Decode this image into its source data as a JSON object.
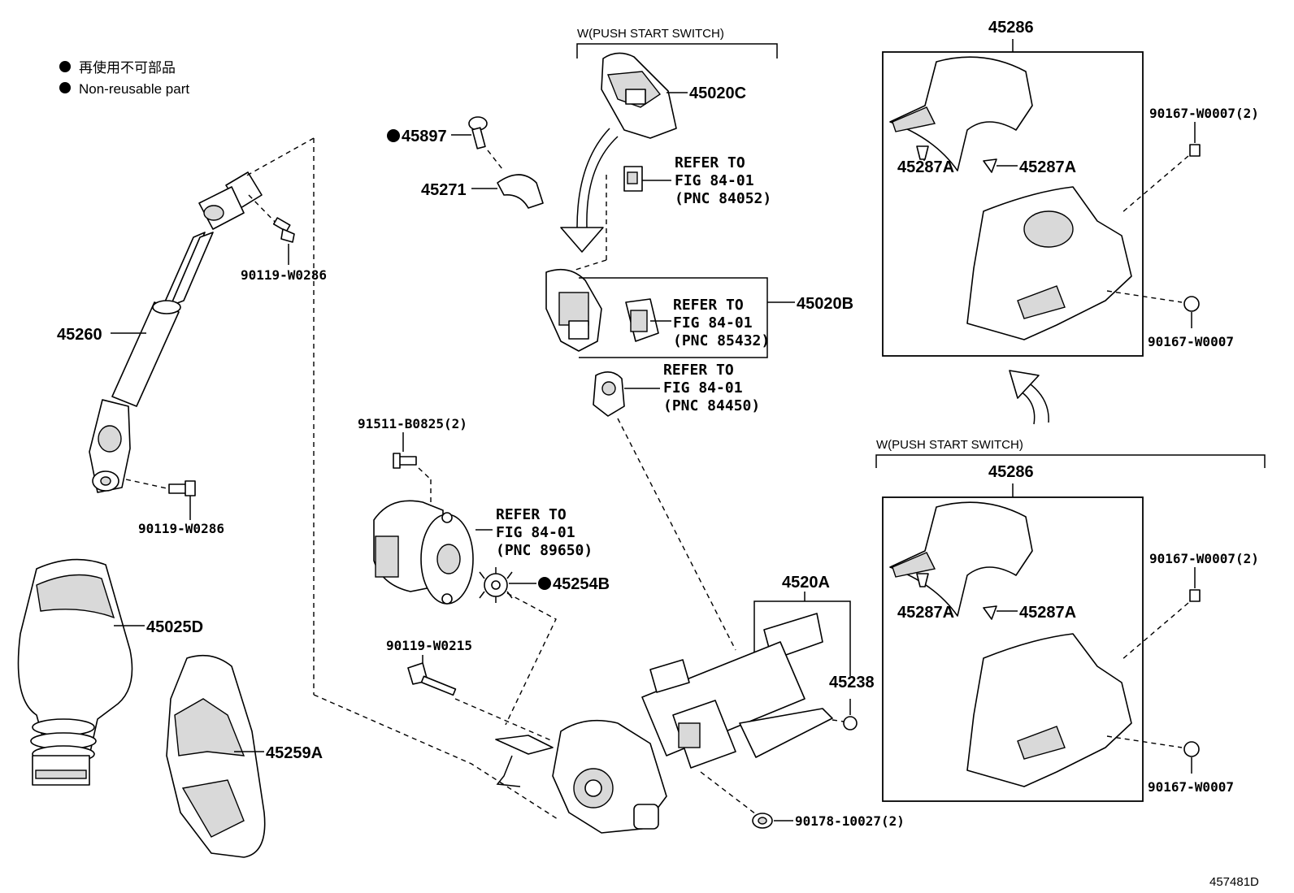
{
  "legend": {
    "japanese": "再使用不可部品",
    "english": "Non-reusable part"
  },
  "headers": {
    "top_variant": "W(PUSH START SWITCH)",
    "right_variant": "W(PUSH START SWITCH)"
  },
  "parts": {
    "p45260": "45260",
    "p90119_top": "90119-W0286",
    "p90119_bottom": "90119-W0286",
    "p45025D": "45025D",
    "p45259A": "45259A",
    "p45897": "45897",
    "p45271": "45271",
    "p45020C": "45020C",
    "p45020B": "45020B",
    "p91511": "91511-B0825(2)",
    "p45254B": "45254B",
    "p90119_w0215": "90119-W0215",
    "p4520A": "4520A",
    "p45238": "45238",
    "p90178": "90178-10027(2)",
    "p45286_top": "45286",
    "p45286_bottom": "45286",
    "p45287A_1": "45287A",
    "p45287A_2": "45287A",
    "p45287A_3": "45287A",
    "p45287A_4": "45287A",
    "p90167_top2": "90167-W0007(2)",
    "p90167_top": "90167-W0007",
    "p90167_bot2": "90167-W0007(2)",
    "p90167_bot": "90167-W0007"
  },
  "refers": {
    "r84052": [
      "REFER TO",
      "FIG 84-01",
      "(PNC 84052)"
    ],
    "r85432": [
      "REFER TO",
      "FIG 84-01",
      "(PNC 85432)"
    ],
    "r84450": [
      "REFER TO",
      "FIG 84-01",
      "(PNC 84450)"
    ],
    "r89650": [
      "REFER TO",
      "FIG 84-01",
      "(PNC 89650)"
    ]
  },
  "figure_id": "457481D"
}
